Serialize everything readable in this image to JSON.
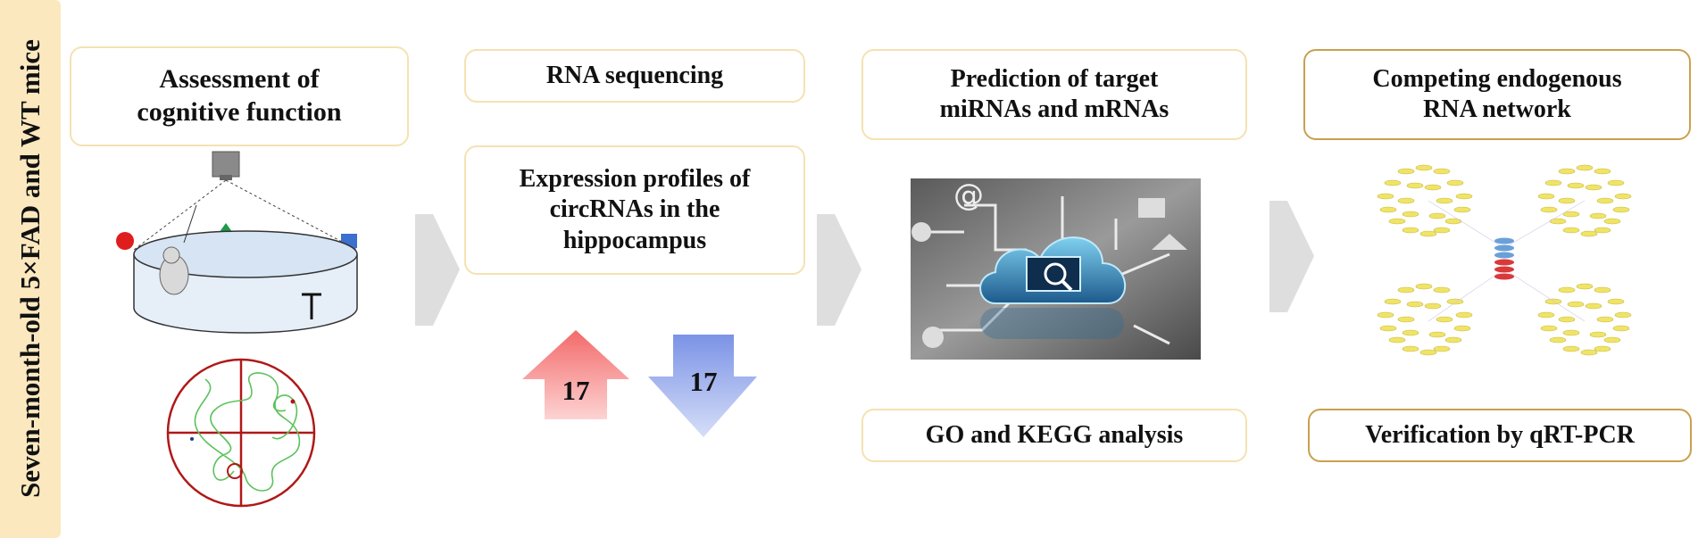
{
  "side_label": "Seven-month-old 5×FAD and WT mice",
  "steps": {
    "cognitive": "Assessment of\ncognitive function",
    "rna_seq": "RNA sequencing",
    "expression": "Expression profiles of\ncircRNAs in the\nhippocampus",
    "prediction": "Prediction of  target\nmiRNAs and mRNAs",
    "go_kegg": "GO and KEGG analysis",
    "cerna": "Competing endogenous\nRNA network",
    "qrtpcr": "Verification by qRT-PCR"
  },
  "expression_counts": {
    "up": "17",
    "down": "17"
  },
  "colors": {
    "side_bar": "#fbe8bf",
    "box_border": "#f5e2b2",
    "box_border_dark": "#c9a050",
    "up_arrow": "#f08a8a",
    "down_arrow": "#8fa3e8",
    "chevron": "#d9d9d9"
  }
}
